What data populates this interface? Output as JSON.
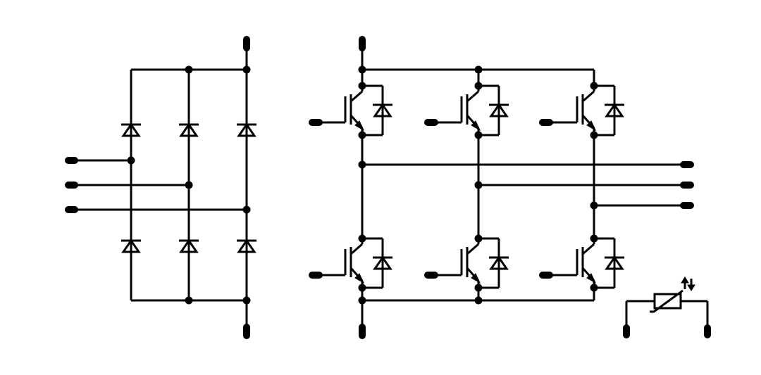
{
  "diagram": {
    "type": "power-module-schematic",
    "colors": {
      "line": "#000000",
      "background": "#ffffff"
    },
    "sections": [
      {
        "name": "three-phase-rectifier-bridge",
        "diodes": 6,
        "ac_inputs": 3,
        "dc_outputs": 2
      },
      {
        "name": "three-phase-igbt-inverter",
        "igbts": 6,
        "freewheel_diodes": 6,
        "gate_pins": 6,
        "phase_outputs": 3,
        "dc_pins": 2
      },
      {
        "name": "ntc-thermistor",
        "pins": 2
      }
    ]
  }
}
